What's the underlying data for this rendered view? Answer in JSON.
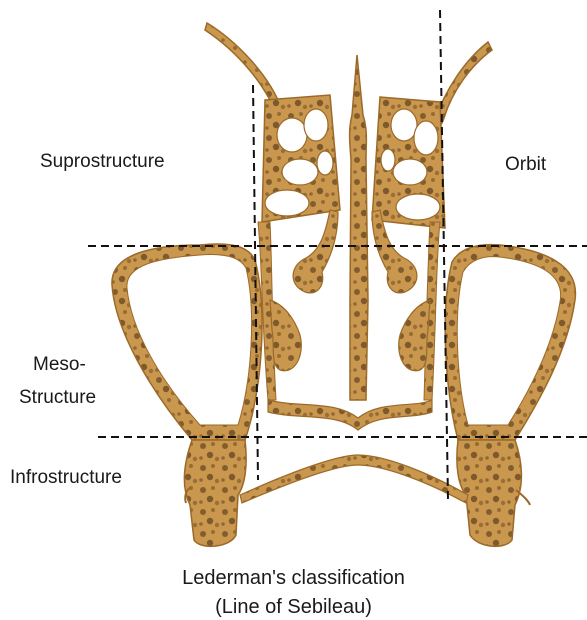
{
  "diagram": {
    "labels": {
      "suprostructure": "Suprostructure",
      "orbit": "Orbit",
      "meso_line1": "Meso-",
      "meso_line2": "Structure",
      "infrastructure": "Infrostructure"
    },
    "caption": {
      "line1": "Lederman's classification",
      "line2": "(Line of Sebileau)"
    },
    "colors": {
      "bone_fill": "#c9974e",
      "bone_edge": "#9c6a28",
      "bone_speckle": "#6b4a24",
      "dashed_line": "#111111",
      "text": "#1a1a1a"
    }
  }
}
